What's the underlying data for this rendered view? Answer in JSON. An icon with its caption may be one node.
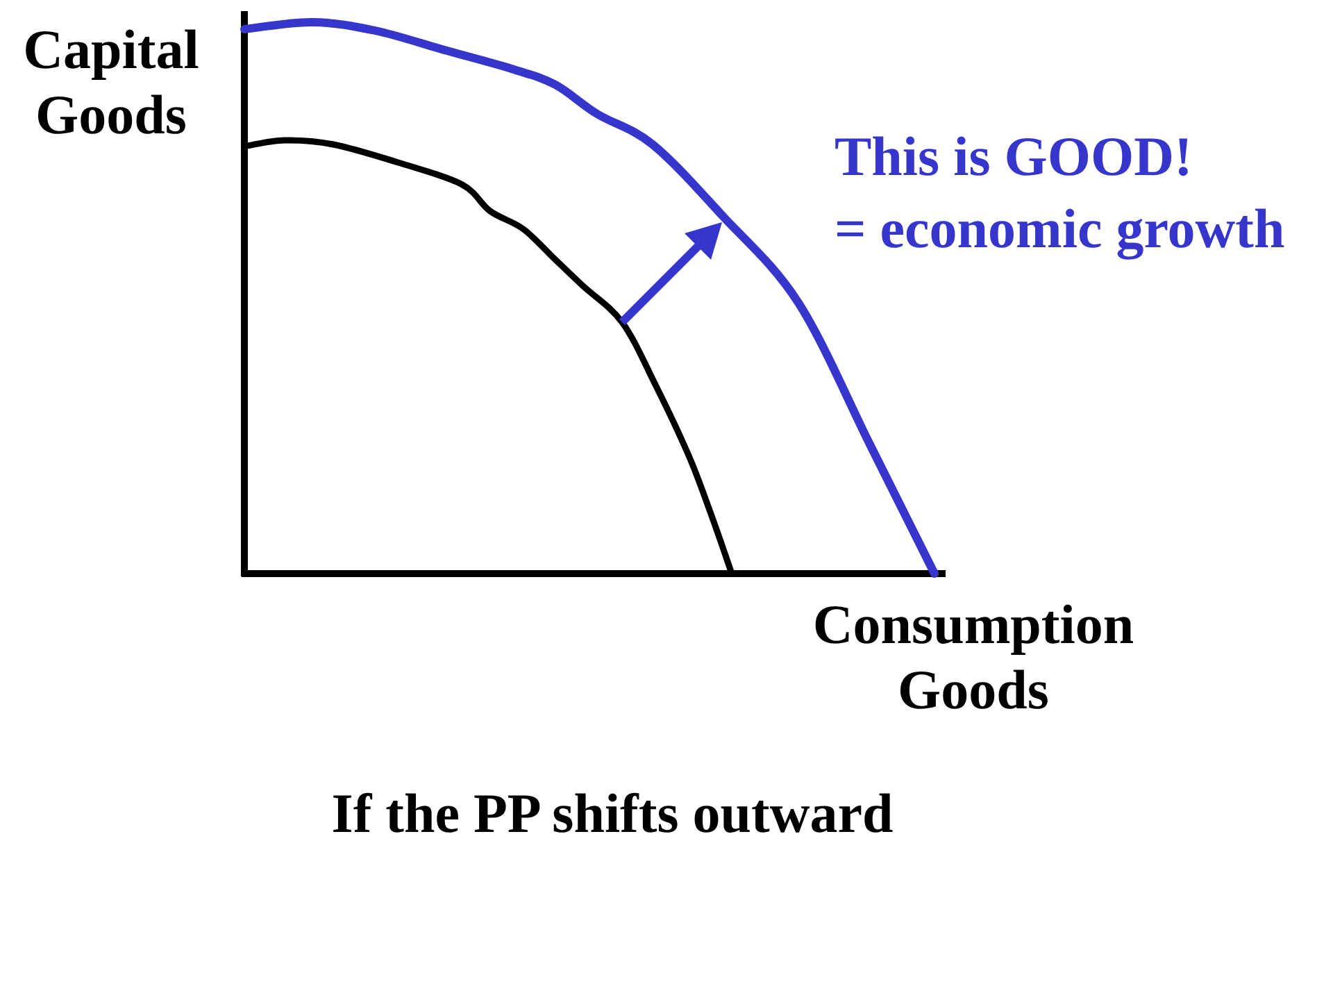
{
  "diagram": {
    "caption": "If the PP shifts outward",
    "labels": [
      "Capital Goods",
      "This is GOOD!",
      "= economic growth",
      "Consumption Goods"
    ]
  }
}
